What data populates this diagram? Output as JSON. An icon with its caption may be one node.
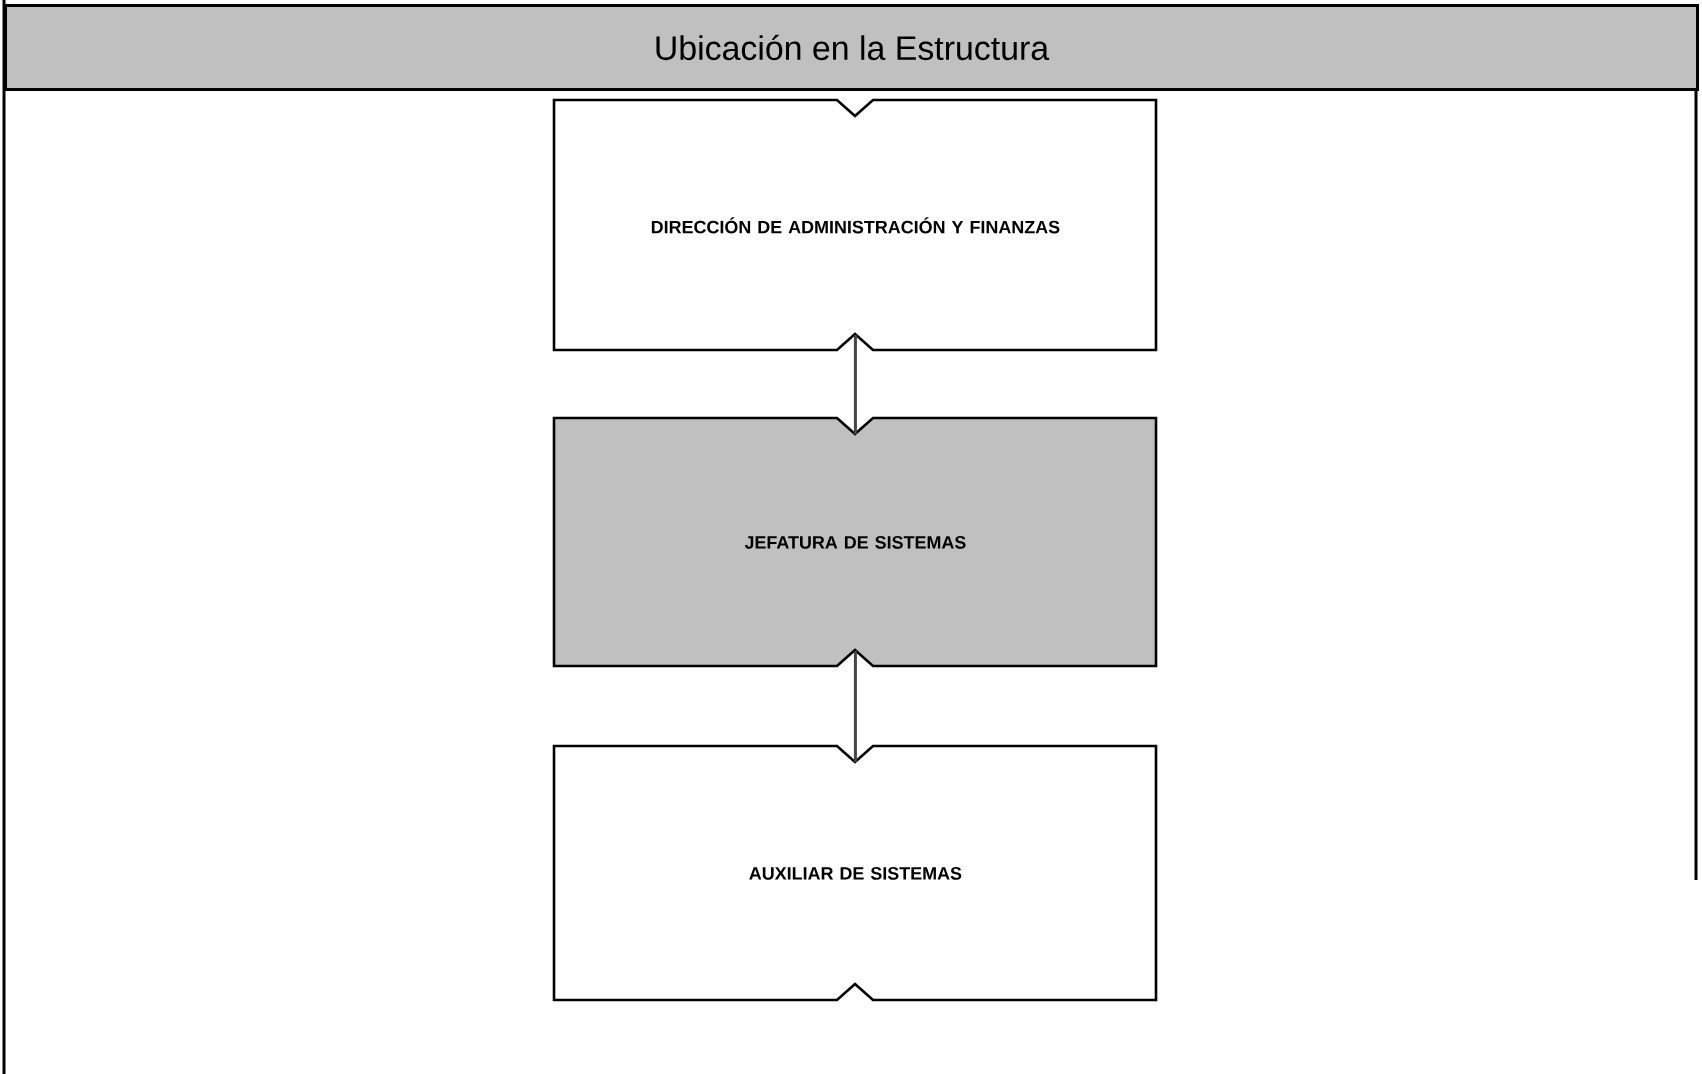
{
  "diagram": {
    "title": "Ubicación en la Estructura",
    "nodes": [
      {
        "text": [
          "DIRECCIÓN DE ADMINISTRACIÓN Y FINANZAS"
        ]
      },
      {
        "text": [
          "JEFATURA DE SISTEMAS"
        ]
      },
      {
        "text": [
          "AUXILIAR DE SISTEMAS"
        ]
      }
    ],
    "edges": [
      {
        "from": 0,
        "to": 1,
        "arrow": "none"
      },
      {
        "from": 1,
        "to": 2,
        "arrow": "none"
      }
    ]
  }
}
